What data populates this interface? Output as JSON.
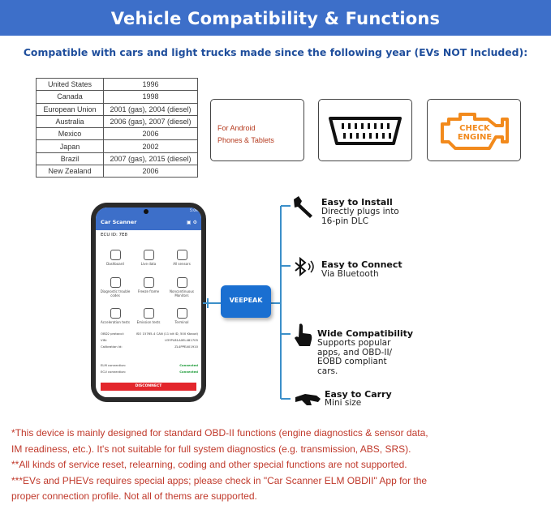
{
  "banner": {
    "title": "Vehicle Compatibility & Functions"
  },
  "subtitle": "Compatible with cars and light trucks made since the following year (EVs NOT Included):",
  "years_table": [
    [
      "United States",
      "1996"
    ],
    [
      "Canada",
      "1998"
    ],
    [
      "European Union",
      "2001 (gas), 2004 (diesel)"
    ],
    [
      "Australia",
      "2006 (gas), 2007 (diesel)"
    ],
    [
      "Mexico",
      "2006"
    ],
    [
      "Japan",
      "2002"
    ],
    [
      "Brazil",
      "2007 (gas), 2015 (diesel)"
    ],
    [
      "New Zealand",
      "2006"
    ]
  ],
  "boxes": {
    "android_line1": "For Android",
    "android_line2": "Phones & Tablets",
    "engine_line1": "CHECK",
    "engine_line2": "ENGINE"
  },
  "phone": {
    "time": "5:09",
    "app_title": "Car Scanner",
    "ecu": "ECU ID: 7E8",
    "grid": [
      {
        "label": "Dashboard"
      },
      {
        "label": "Live data"
      },
      {
        "label": "All sensors"
      },
      {
        "label": "Diagnostic trouble codes"
      },
      {
        "label": "Freeze frame"
      },
      {
        "label": "Noncontinuous Monitors"
      },
      {
        "label": "Acceleration tests"
      },
      {
        "label": "Emission tests"
      },
      {
        "label": "Terminal"
      }
    ],
    "obd_protocol_label": "OBD2 protocol:",
    "obd_protocol_value": "ISO 15765-4 CAN (11 bit ID, 500 Kbaud)",
    "vin_label": "VIN:",
    "vin_value": "U3YPLB1A0EL481705",
    "calibration_label": "Calibration Id:",
    "calibration_value": "ZL4PPEA01910",
    "elm_label": "ELM connection:",
    "elm_value": "Connected",
    "ecu_conn_label": "ECU connection:",
    "ecu_conn_value": "Connected",
    "disconnect": "DISCONNECT"
  },
  "adapter_brand": "VEEPEAK",
  "features": [
    {
      "title": "Easy to Install",
      "desc": [
        "Directly plugs into",
        "16-pin DLC"
      ],
      "icon": "wrench-icon"
    },
    {
      "title": "Easy to Connect",
      "desc": [
        "Via Bluetooth"
      ],
      "icon": "bluetooth-icon"
    },
    {
      "title": "Wide Compatibility",
      "desc": [
        "Supports popular",
        "apps, and OBD-II/",
        "EOBD compliant",
        "cars."
      ],
      "icon": "hand-pointer-icon"
    },
    {
      "title": "Easy to Carry",
      "desc": [
        "Mini size"
      ],
      "icon": "hand-carry-icon"
    }
  ],
  "notes": [
    "*This device is mainly designed for standard OBD-II functions (engine diagnostics & sensor data,",
    "IM readiness, etc.). It's not suitable for full system diagnostics (e.g. transmission, ABS, SRS).",
    "**All kinds of service reset, relearning, coding and other special functions are not supported.",
    "***EVs and PHEVs requires special apps; please check in \"Car Scanner ELM OBDII\" App for the",
    "proper connection profile. Not all of thems are supported."
  ],
  "colors": {
    "banner": "#3d6fc9",
    "subtitle": "#1f4e9c",
    "notes": "#c0392b",
    "engine_icon": "#f28a1c",
    "connector": "#3b8fc9"
  }
}
